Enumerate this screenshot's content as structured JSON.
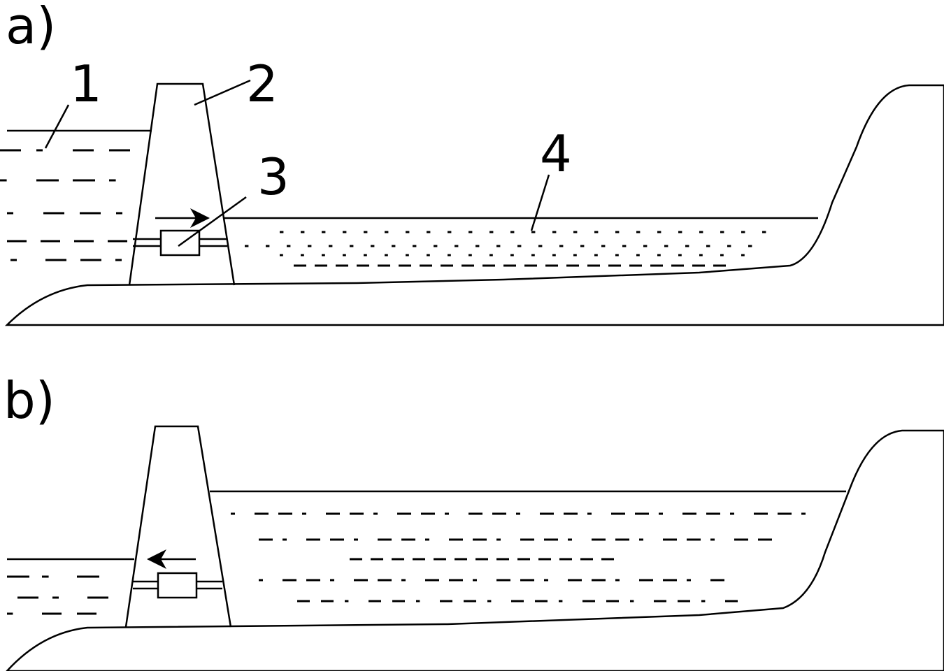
{
  "panels": [
    {
      "id": "a",
      "label": "a)",
      "flow_direction": "right",
      "callouts": [
        "1",
        "2",
        "3",
        "4"
      ]
    },
    {
      "id": "b",
      "label": "b)",
      "flow_direction": "left"
    }
  ]
}
